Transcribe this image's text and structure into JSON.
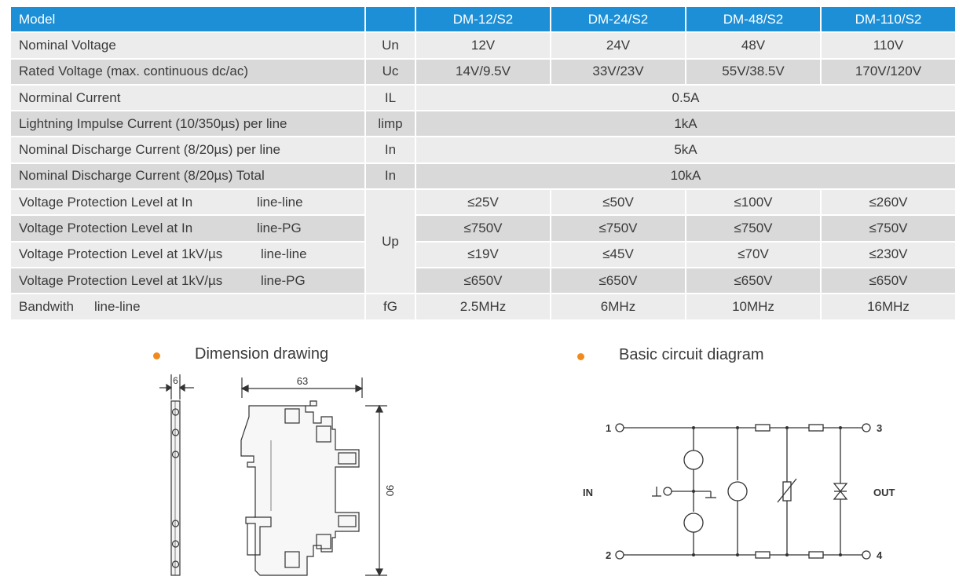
{
  "table": {
    "header": {
      "name": "Model",
      "sym": "",
      "models": [
        "DM-12/S2",
        "DM-24/S2",
        "DM-48/S2",
        "DM-110/S2"
      ]
    },
    "rows": [
      {
        "name": "Nominal Voltage",
        "sym": "Un",
        "values": [
          "12V",
          "24V",
          "48V",
          "110V"
        ]
      },
      {
        "name": "Rated Voltage (max. continuous dc/ac)",
        "sym": "Uc",
        "values": [
          "14V/9.5V",
          "33V/23V",
          "55V/38.5V",
          "170V/120V"
        ]
      },
      {
        "name": "Norminal Current",
        "sym": "IL",
        "value": "0.5A"
      },
      {
        "name": "Lightning Impulse Current (10/350µs) per line",
        "sym": "limp",
        "value": "1kA"
      },
      {
        "name": "Nominal Discharge Current (8/20µs) per line",
        "sym": "In",
        "value": "5kA"
      },
      {
        "name": "Nominal Discharge Current (8/20µs) Total",
        "sym": "In",
        "value": "10kA"
      },
      {
        "name": "Voltage Protection Level at In",
        "sub": "line-line",
        "values": [
          "≤25V",
          "≤50V",
          "≤100V",
          "≤260V"
        ]
      },
      {
        "name": "Voltage Protection Level at In",
        "sub": "line-PG",
        "values": [
          "≤750V",
          "≤750V",
          "≤750V",
          "≤750V"
        ]
      },
      {
        "name": "Voltage Protection Level at 1kV/µs",
        "sub": "line-line",
        "values": [
          "≤19V",
          "≤45V",
          "≤70V",
          "≤230V"
        ]
      },
      {
        "name": "Voltage Protection Level at 1kV/µs",
        "sub": "line-PG",
        "values": [
          "≤650V",
          "≤650V",
          "≤650V",
          "≤650V"
        ]
      },
      {
        "name": "Bandwith",
        "sub": "line-line",
        "sym": "fG",
        "values": [
          "2.5MHz",
          "6MHz",
          "10MHz",
          "16MHz"
        ]
      }
    ],
    "up_symbol": "Up"
  },
  "dimension": {
    "title": "Dimension drawing",
    "width_label": "6",
    "length_label": "63",
    "height_label": "90"
  },
  "circuit": {
    "title": "Basic circuit diagram",
    "in_label": "IN",
    "out_label": "OUT",
    "pins": [
      "1",
      "2",
      "3",
      "4"
    ]
  },
  "colors": {
    "header_bg": "#1c8fd6",
    "row_light": "#ececec",
    "row_dark": "#d9d9d9",
    "bullet": "#f08a1c"
  }
}
